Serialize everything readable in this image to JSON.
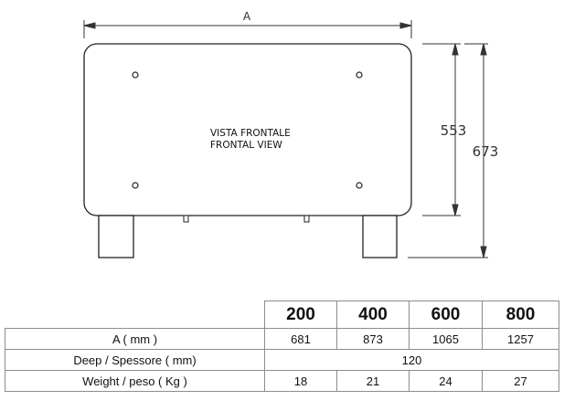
{
  "drawing": {
    "view_label_line1": "VISTA FRONTALE",
    "view_label_line2": "FRONTAL VIEW",
    "dim_width": "A",
    "dim_inner_height": "553",
    "dim_total_height": "673"
  },
  "table": {
    "models": [
      "200",
      "400",
      "600",
      "800"
    ],
    "rows": [
      {
        "label": "A ( mm )",
        "values": [
          "681",
          "873",
          "1065",
          "1257"
        ]
      },
      {
        "label": "Deep / Spessore ( mm)",
        "merged_value": "120"
      },
      {
        "label": "Weight / peso ( Kg )",
        "values": [
          "18",
          "21",
          "24",
          "27"
        ]
      }
    ]
  }
}
